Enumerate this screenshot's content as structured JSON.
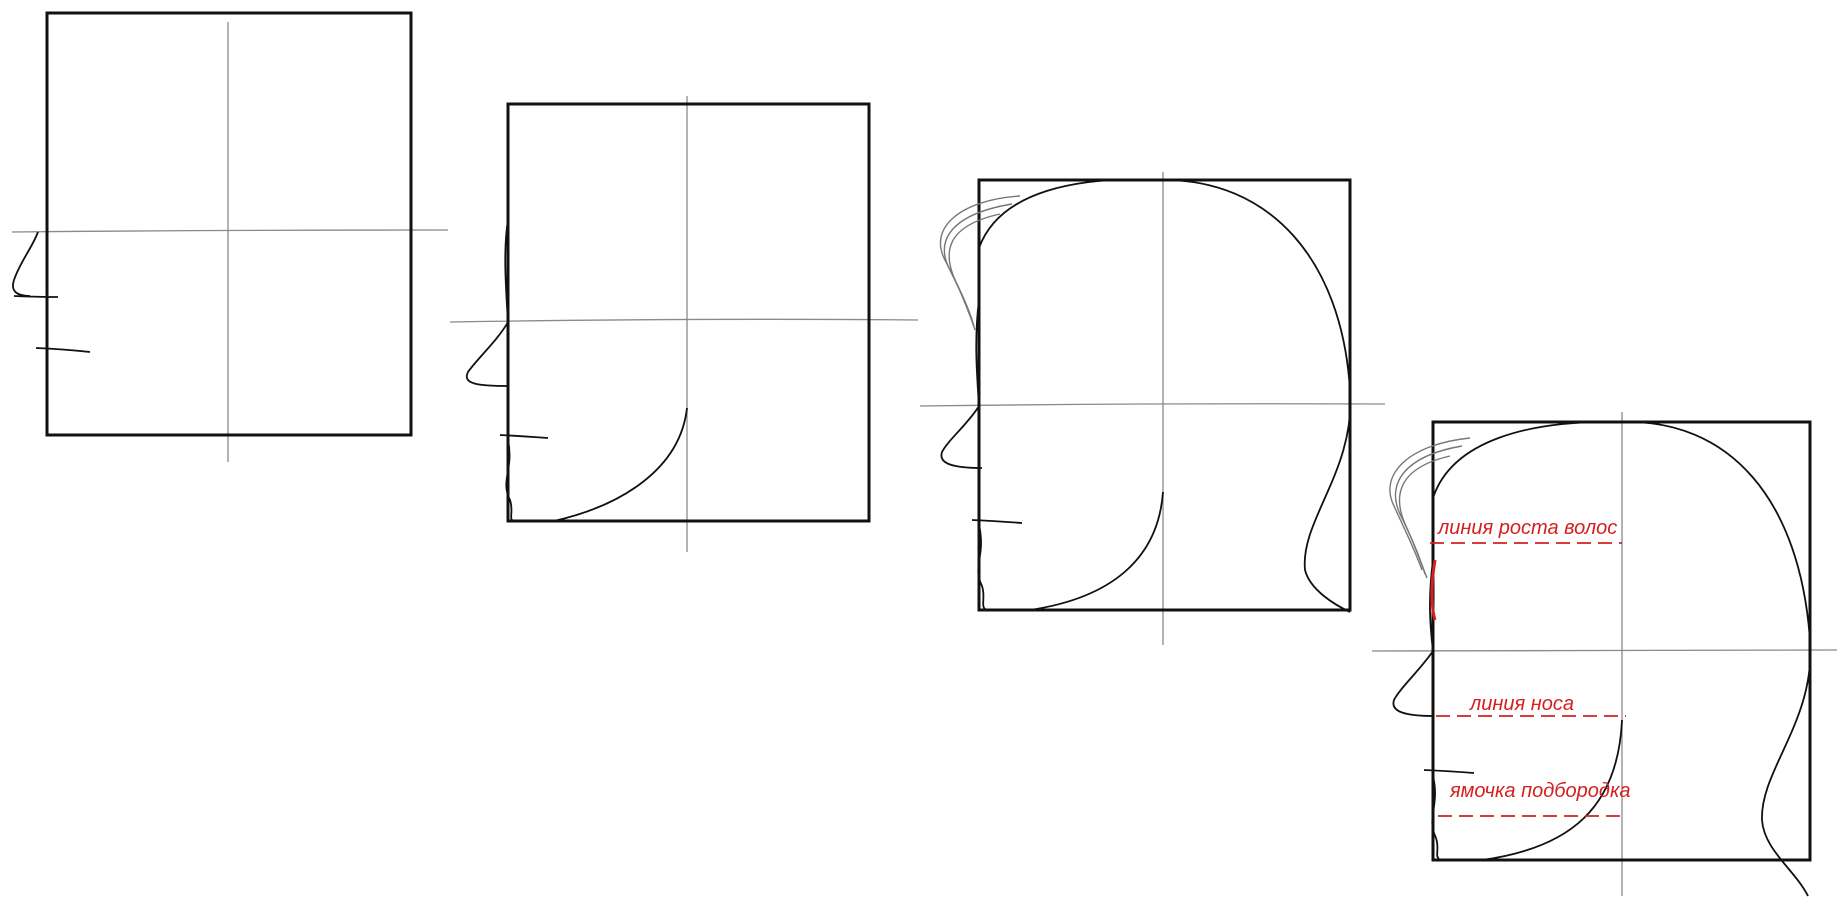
{
  "annotations": {
    "hairline": "линия роста волос",
    "nose_line": "линия носа",
    "chin_dimple": "ямочка подбородка"
  },
  "colors": {
    "outline": "#111111",
    "guide": "#8a8a8a",
    "annotation": "#d42020",
    "background": "#ffffff"
  },
  "steps": [
    {
      "step": 1,
      "content": "square with cross guides and facial profile marks"
    },
    {
      "step": 2,
      "content": "square with guides, profile, jaw and neck line"
    },
    {
      "step": 3,
      "content": "square with skull outline, hair strokes and back of neck"
    },
    {
      "step": 4,
      "content": "square with full head outline and labeled red dashed proportion lines"
    }
  ]
}
